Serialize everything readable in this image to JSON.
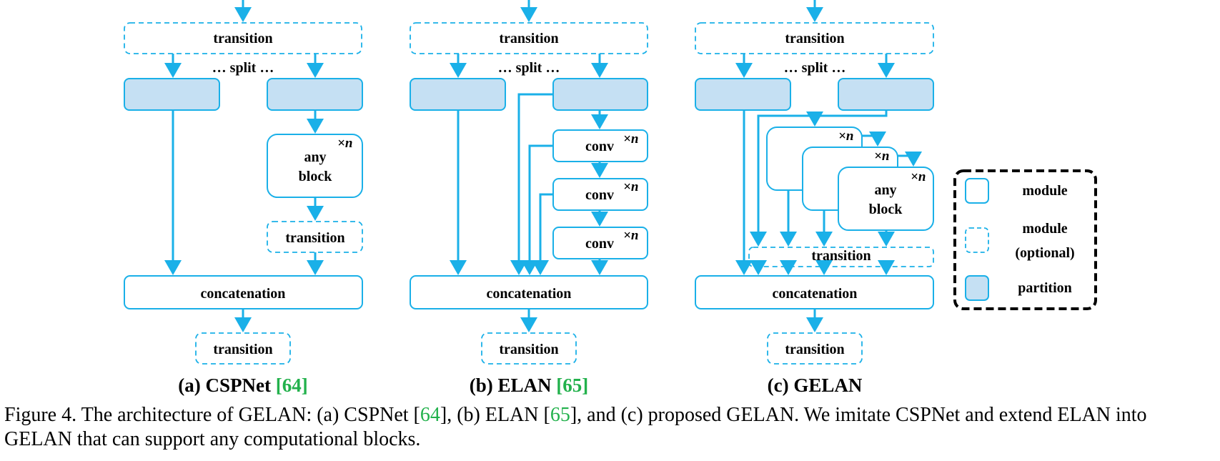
{
  "labels": {
    "transition": "transition",
    "split": "… split …",
    "concatenation": "concatenation",
    "any": "any",
    "block": "block",
    "conv": "conv",
    "times_n": "×n"
  },
  "subtitles": {
    "a_prefix": "(a) CSPNet ",
    "a_cite": "[64]",
    "b_prefix": "(b) ELAN ",
    "b_cite": "[65]",
    "c_prefix": "(c) GELAN"
  },
  "legend": {
    "module": "module",
    "optional_line1": "module",
    "optional_line2": "(optional)",
    "partition": "partition"
  },
  "caption": {
    "part1": "Figure 4. The architecture of GELAN: (a) CSPNet [",
    "cite1": "64",
    "part2": "], (b) ELAN [",
    "cite2": "65",
    "part3": "], and (c) proposed GELAN. We imitate CSPNet and extend ELAN into GELAN that can support any computational blocks."
  },
  "colors": {
    "line": "#1ab0e8",
    "partition_fill": "#c5e0f3",
    "cite": "#22b14c"
  }
}
